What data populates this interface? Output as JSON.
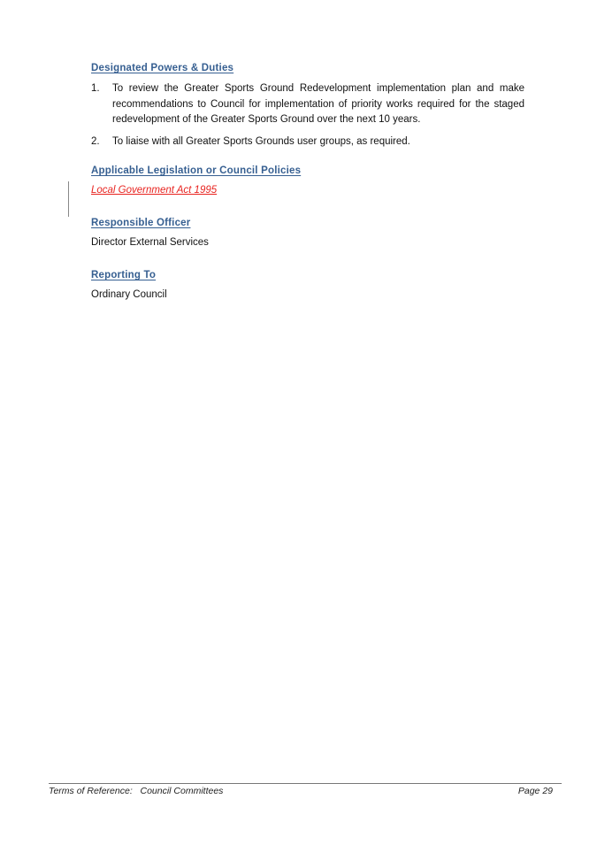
{
  "sections": {
    "powers": {
      "heading": "Designated Powers & Duties",
      "items": [
        {
          "num": "1.",
          "text": "To review the Greater Sports Ground Redevelopment implementation plan and make recommendations to Council for implementation of priority works required for the staged redevelopment of the Greater Sports Ground over the next 10 years."
        },
        {
          "num": "2.",
          "text": "To liaise with all Greater Sports Grounds user groups, as required."
        }
      ]
    },
    "legislation": {
      "heading": "Applicable Legislation or Council Policies",
      "link": "Local Government Act 1995"
    },
    "officer": {
      "heading": "Responsible Officer",
      "value": "Director External Services"
    },
    "reporting": {
      "heading": "Reporting To",
      "value": "Ordinary Council"
    }
  },
  "footer": {
    "left": "Terms of Reference:   Council Committees",
    "right": "Page 29"
  },
  "colors": {
    "heading": "#365f91",
    "link": "#e8231f"
  }
}
